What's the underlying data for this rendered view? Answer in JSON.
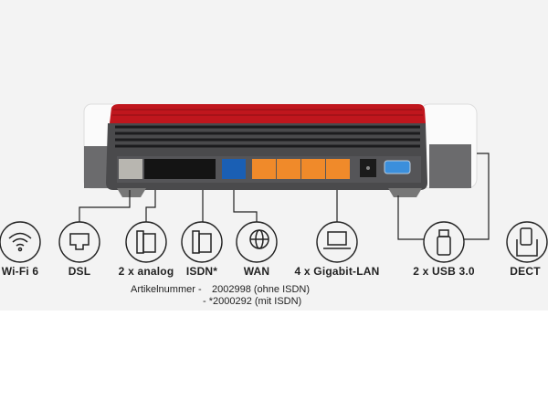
{
  "connections": [
    {
      "id": "wifi",
      "label": "Wi-Fi 6",
      "icon": "wifi-icon"
    },
    {
      "id": "dsl",
      "label": "DSL",
      "icon": "dsl-port-icon"
    },
    {
      "id": "analog",
      "label": "2 x analog",
      "icon": "phone-icon"
    },
    {
      "id": "isdn",
      "label": "ISDN*",
      "icon": "isdn-phone-icon"
    },
    {
      "id": "wan",
      "label": "WAN",
      "icon": "globe-network-icon"
    },
    {
      "id": "lan",
      "label": "4 x Gigabit-LAN",
      "icon": "laptop-icon"
    },
    {
      "id": "usb",
      "label": "2 x USB 3.0",
      "icon": "usb-stick-icon"
    },
    {
      "id": "dect",
      "label": "DECT",
      "icon": "cordless-phone-icon"
    }
  ],
  "article": {
    "label": "Artikelnummer  -",
    "line1": "2002998 (ohne ISDN)",
    "line2": "- *2000292 (mit ISDN)"
  },
  "colors": {
    "red": "#c0161d",
    "lan": "#f08a2a",
    "wan": "#1a5fb4",
    "body": "#4a4a4c"
  }
}
